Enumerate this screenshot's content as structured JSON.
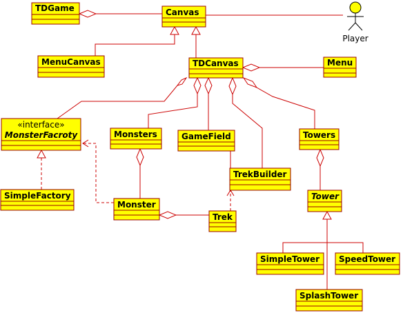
{
  "diagram": {
    "classes": {
      "tdgame": "TDGame",
      "canvas": "Canvas",
      "menucanvas": "MenuCanvas",
      "tdcanvas": "TDCanvas",
      "menu": "Menu",
      "monsterfactory_stereotype": "«interface»",
      "monsterfactory": "MonsterFacroty",
      "monsters": "Monsters",
      "gamefield": "GameField",
      "towers": "Towers",
      "trekbuilder": "TrekBuilder",
      "simplefactory": "SimpleFactory",
      "monster": "Monster",
      "trek": "Trek",
      "tower": "Tower",
      "simpletower": "SimpleTower",
      "speedtower": "SpeedTower",
      "splashtower": "SplashTower"
    },
    "actor": "Player"
  }
}
